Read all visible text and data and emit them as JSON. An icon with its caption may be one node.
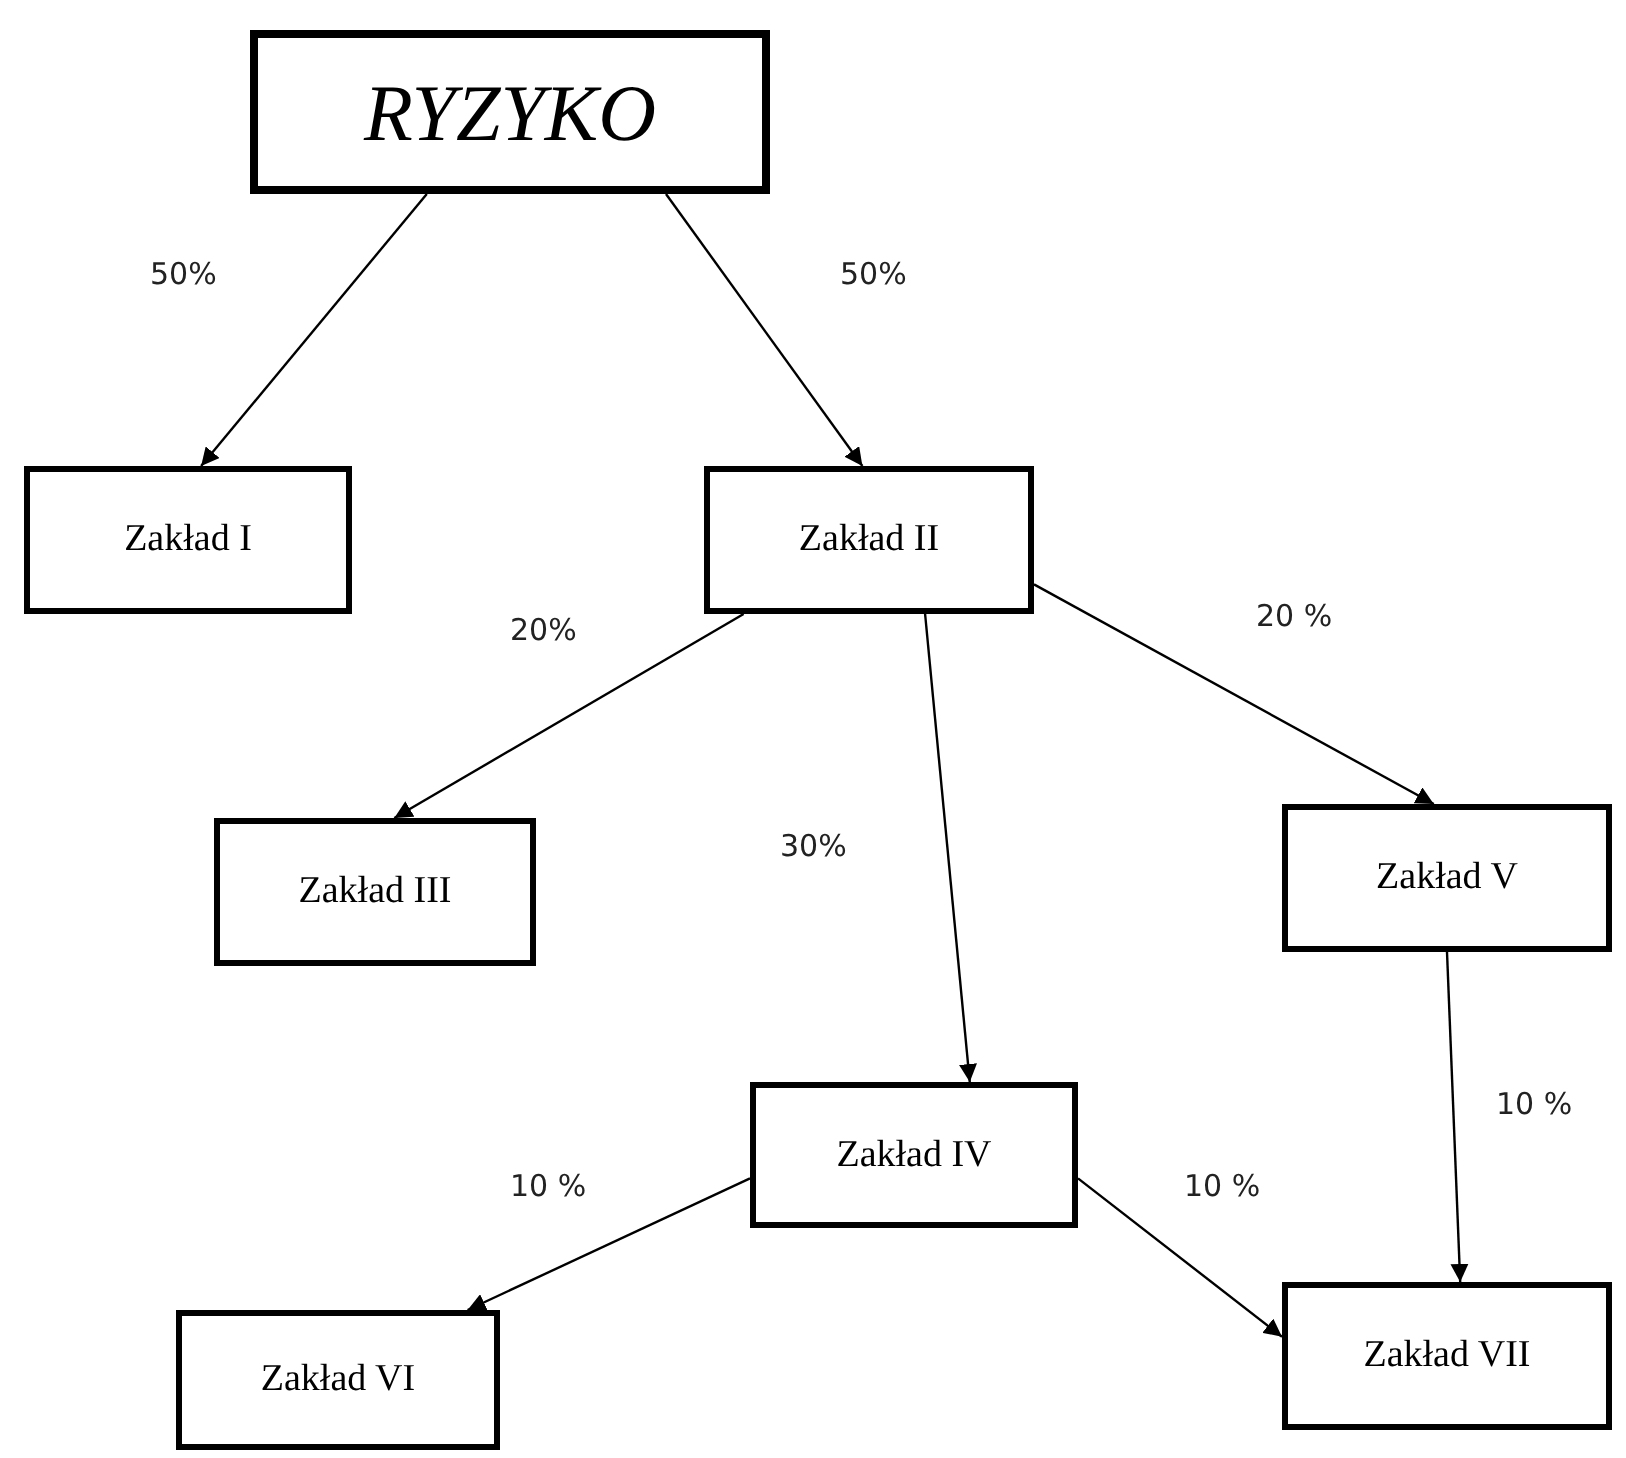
{
  "diagram": {
    "nodes": [
      {
        "text": [
          "RYZYKO"
        ]
      },
      {
        "text": [
          "Zakład I"
        ]
      },
      {
        "text": [
          "Zakład II"
        ]
      },
      {
        "text": [
          "Zakład III"
        ]
      },
      {
        "text": [
          "Zakład V"
        ]
      },
      {
        "text": [
          "Zakład IV"
        ]
      },
      {
        "text": [
          "Zakład VI"
        ]
      },
      {
        "text": [
          "Zakład VII"
        ]
      }
    ],
    "edges": [
      {
        "from": 0,
        "to": 1,
        "arrow": "to",
        "label": "50%"
      },
      {
        "from": 0,
        "to": 2,
        "arrow": "to",
        "label": "50%"
      },
      {
        "from": 2,
        "to": 3,
        "arrow": "to",
        "label": "20%"
      },
      {
        "from": 2,
        "to": 5,
        "arrow": "to",
        "label": "30%"
      },
      {
        "from": 2,
        "to": 4,
        "arrow": "to",
        "label": "20 %"
      },
      {
        "from": 4,
        "to": 7,
        "arrow": "to",
        "label": "10 %"
      },
      {
        "from": 5,
        "to": 6,
        "arrow": "to",
        "label": "10 %"
      },
      {
        "from": 5,
        "to": 7,
        "arrow": "to",
        "label": "10 %"
      }
    ]
  }
}
